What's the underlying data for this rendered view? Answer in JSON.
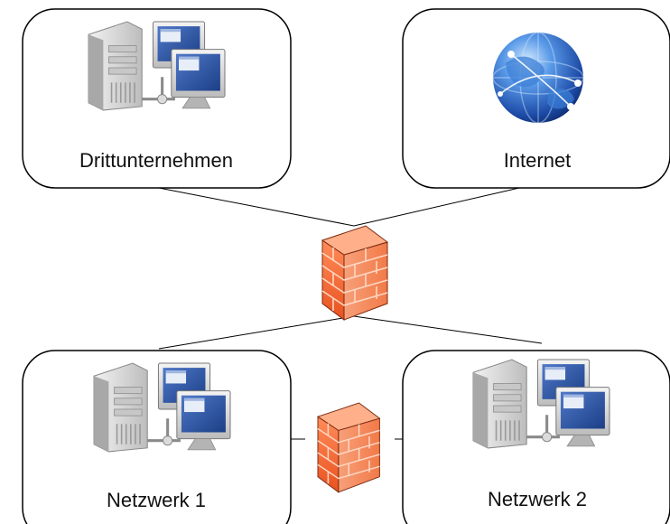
{
  "nodes": {
    "third_party": {
      "label": "Drittunternehmen",
      "icon": "network-computers-icon"
    },
    "internet": {
      "label": "Internet",
      "icon": "globe-icon"
    },
    "network1": {
      "label": "Netzwerk 1",
      "icon": "network-computers-icon"
    },
    "network2": {
      "label": "Netzwerk 2",
      "icon": "network-computers-icon"
    }
  },
  "firewalls": [
    {
      "icon": "firewall-icon",
      "connects": [
        "third_party",
        "internet",
        "network1",
        "network2"
      ]
    },
    {
      "icon": "firewall-icon",
      "connects": [
        "network1",
        "network2"
      ]
    }
  ],
  "colors": {
    "box_border": "#000000",
    "connector": "#000000",
    "firewall_brick": "#f26b3a",
    "monitor_screen": "#2a4fa0",
    "globe_blue": "#1e56b8"
  }
}
